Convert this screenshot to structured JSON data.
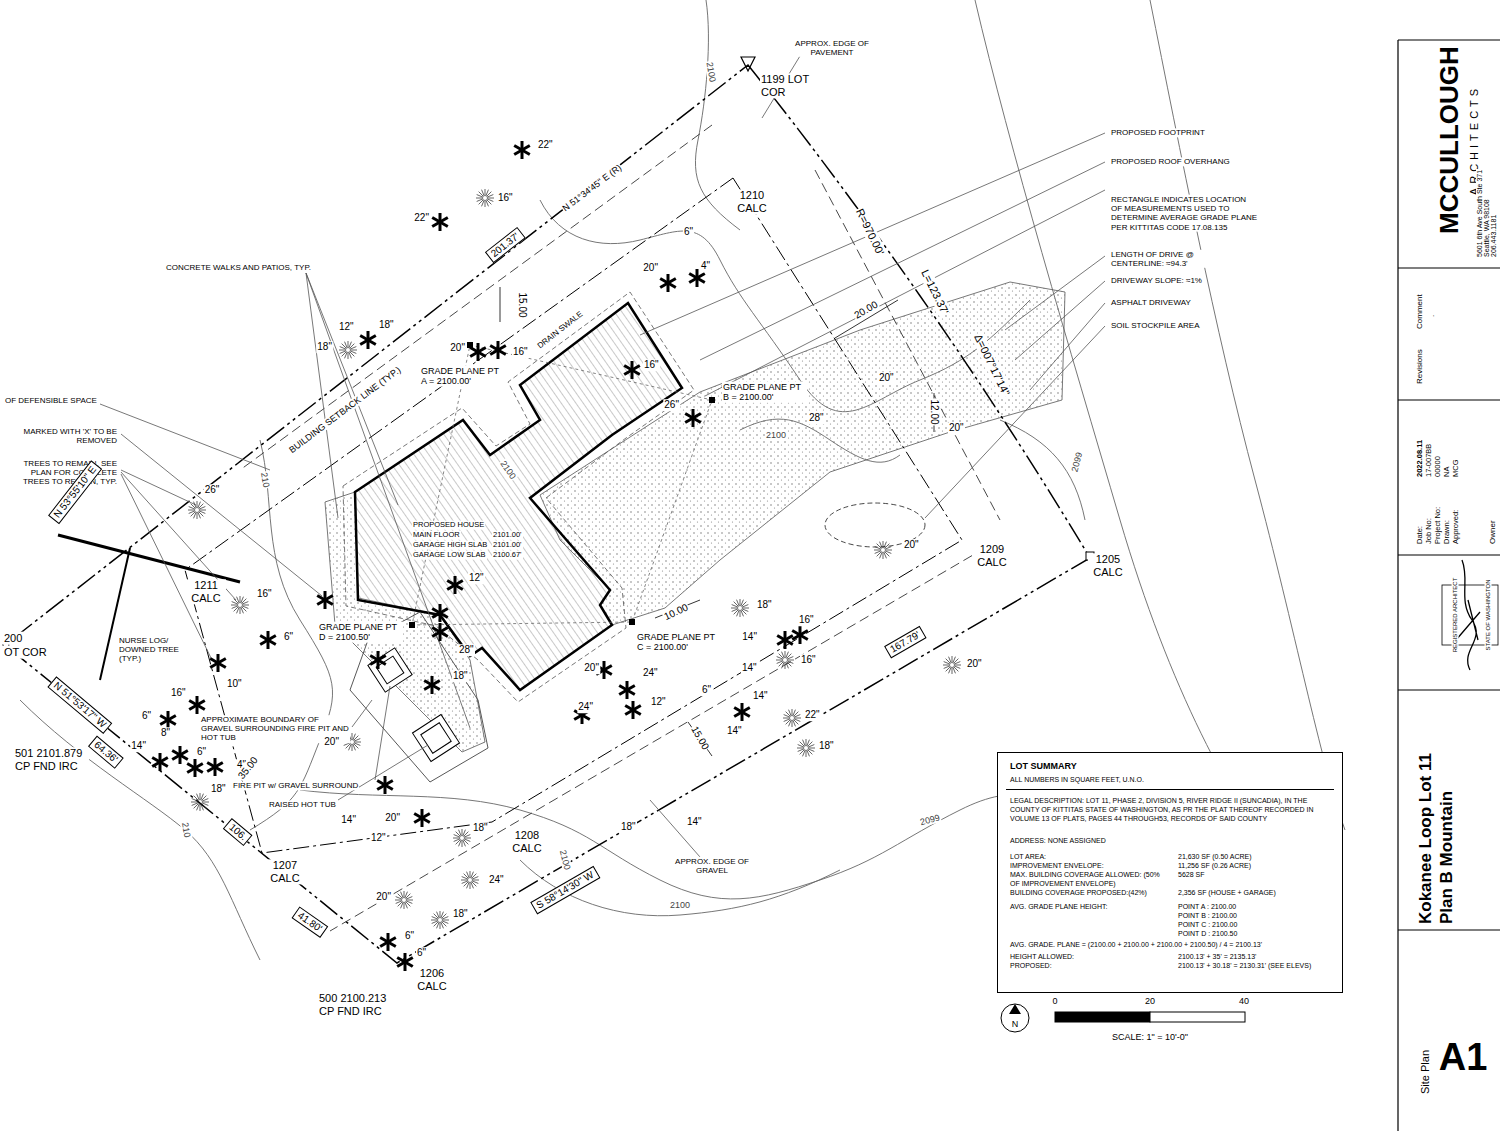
{
  "diagram": {
    "nodes": [
      {
        "text": [
          "LOT SUMMARY",
          "ALL NUMBERS IN SQUARE FEET, U.N.O.",
          "LEGAL DESCRIPTION: LOT 11, PHASE 2, DIVISION 5, RIVER RIDGE II (SUNCADIA), IN THE COUNTY OF KITTITAS STATE OF WASHINGTON, AS PR THE PLAT THEREOF RECORDED IN VOLUME 13 OF PLATS, PAGES 44 THROUGH53, RECORDS OF SAID COUNTY",
          "ADDRESS: NONE ASSIGNED",
          "LOT AREA:",
          "21,630 SF (0.50 ACRE)",
          "IMPROVEMENT ENVELOPE:",
          "11,256 SF (0.26 ACRE)",
          "MAX. BUILDING COVERAGE ALLOWED: (50% OF IMPROVEMENT ENVELOPE)",
          "5628 SF",
          "BUILDING COVERAGE PROPOSED:(42%)",
          "2,356 SF (HOUSE + GARAGE)",
          "AVG. GRADE PLANE HEIGHT:",
          "POINT A : 2100.00",
          "POINT B : 2100.00",
          "POINT C : 2100.00",
          "POINT D : 2100.50",
          "AVG. GRADE. PLANE = (2100.00 + 2100.00 + 2100.00 + 2100.50) / 4 = 2100.13'",
          "HEIGHT ALLOWED:",
          "2100.13' + 35' = 2135.13'",
          "PROPOSED:",
          "2100.13' + 30.18' = 2130.31' (SEE ELEVS)"
        ]
      }
    ],
    "labels": [
      "APPROX. EDGE OF PAVEMENT",
      "1199 LOT COR",
      "2100",
      "22\"",
      "22\"",
      "16\"",
      "N 51°34'45\" E (R)",
      "1210 CALC",
      "201.37'",
      "15.00",
      "DRAIN SWALE",
      "CONCRETE WALKS AND PATIOS, TYP.",
      "12\"",
      "18\"",
      "18\"",
      "20\"",
      "16\"",
      "20\"",
      "6\"",
      "4\"",
      "16\"",
      "GRADE PLANE PT A = 2100.00'",
      "GRADE PLANE PT B = 2100.00'",
      "26\"",
      "R=970.00'",
      "L=123.37'",
      "20.00",
      "28\"",
      "20\"",
      "2100",
      "12.00",
      "Δ=007°17'14\"",
      "20\"",
      "2099",
      "PROPOSED FOOTPRINT",
      "PROPOSED ROOF OVERHANG",
      "RECTANGLE INDICATES LOCATION OF MEASUREMENTS USED TO DETERMINE AVERAGE GRADE PLANE PER KITTITAS CODE 17.08.135",
      "LENGTH OF DRIVE @ CENTERLINE: ≈94.3'",
      "DRIVEWAY SLOPE: ≈1%",
      "ASPHALT DRIVEWAY",
      "SOIL STOCKPILE AREA",
      "OF DEFENSIBLE SPACE",
      "MARKED WITH 'X' TO BE REMOVED",
      "TREES TO REMAIN, SEE PLAN FOR COMPLETE TREES TO REMAIN, TYP.",
      "N 53°55'10\" E",
      "BUILDING SETBACK LINE (TYP.)",
      "2100",
      "210",
      "26\"",
      "PROPOSED HOUSE",
      "MAIN FLOOR",
      "2101.00'",
      "GARAGE HIGH SLAB",
      "2101.00'",
      "GARAGE LOW SLAB",
      "2100.67'",
      "1209 CALC",
      "1205 CALC",
      "20\"",
      "1211 CALC",
      "16\"",
      "200",
      "OT COR",
      "GRADE PLANE PT D = 2100.50'",
      "12\"",
      "28\"",
      "10.00",
      "GRADE PLANE PT C = 2100.00'",
      "18\"",
      "16\"",
      "14\"",
      "16\"",
      "20\"",
      "6\"",
      "10\"",
      "NURSE LOG/ DOWNED TREE (TYP.)",
      "N 51°53'17\" W",
      "APPROXIMATE BOUNDARY OF GRAVEL SURROUNDING FIRE PIT AND HOT TUB",
      "FIRE PIT w/ GRAVEL SURROUND",
      "RAISED HOT TUB",
      "16\"",
      "6\"",
      "8\"",
      "14\"",
      "6\"",
      "4\"",
      "18\"",
      "501 2101.879 CP FND IRC",
      "64.36'",
      "35.00",
      "20\"",
      "18\"",
      "20\"",
      "24\"",
      "12\"",
      "24\"",
      "6\"",
      "14\"",
      "14\"",
      "14\"",
      "167.79'",
      "15.00",
      "22\"",
      "18\"",
      "14\"",
      "12\"",
      "20\"",
      "18\"",
      "106.",
      "1207 CALC",
      "1208 CALC",
      "2100",
      "S 58°14'30\" W",
      "APPROX. EDGE OF GRAVEL",
      "14\"",
      "18\"",
      "2099",
      "2100",
      "24\"",
      "20\"",
      "18\"",
      "210",
      "41.80'",
      "6\"",
      "6\"",
      "1206 CALC",
      "500 2100.213 CP FND IRC",
      "0",
      "20",
      "40",
      "SCALE: 1\" = 10'-0\"",
      "N",
      "MCCULLOUGH",
      "ARCHITECTS",
      "5601 6th Ave South Ste 371",
      "Seattle, WA 98108",
      "206.443.1181",
      "Revisions",
      "Comment",
      ".",
      "Date:",
      "2022.08.11",
      "Job No:",
      "17-007BB",
      "Project No:",
      "00000",
      "Drawn:",
      "NA",
      "Approved:",
      "MCG",
      "Owner",
      "REGISTERED ARCHITECT",
      "STATE OF WASHINGTON",
      "Kokanee Loop Lot 11",
      "Plan B Mountain",
      "Site Plan",
      "A1"
    ]
  }
}
